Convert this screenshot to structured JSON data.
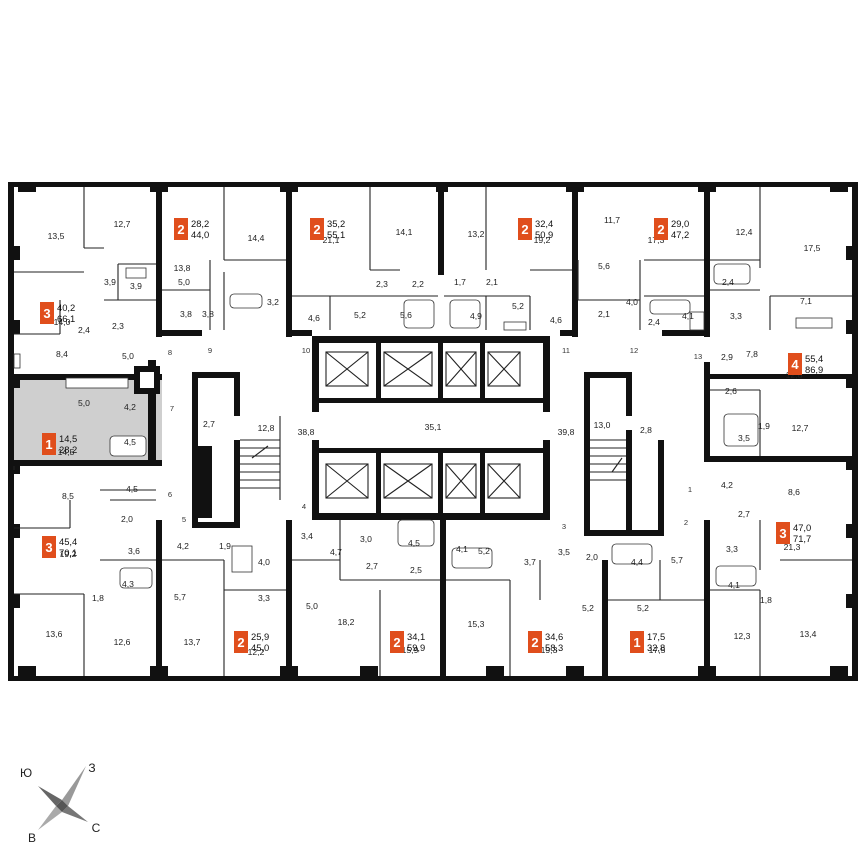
{
  "colors": {
    "accent": "#e04e1c",
    "highlight": "#cfcfcf",
    "wall": "#111111"
  },
  "highlighted_unit": 6,
  "units": [
    {
      "rooms": "2",
      "area": "28,2",
      "total": "44,0"
    },
    {
      "rooms": "2",
      "area": "35,2",
      "total": "55,1"
    },
    {
      "rooms": "2",
      "area": "32,4",
      "total": "50,9"
    },
    {
      "rooms": "2",
      "area": "29,0",
      "total": "47,2"
    },
    {
      "rooms": "3",
      "area": "40,2",
      "total": "66,1"
    },
    {
      "rooms": "4",
      "area": "55,4",
      "total": "86,9"
    },
    {
      "rooms": "1",
      "area": "14,5",
      "total": "28,2"
    },
    {
      "rooms": "3",
      "area": "45,4",
      "total": "70,1"
    },
    {
      "rooms": "3",
      "area": "47,0",
      "total": "71,7"
    },
    {
      "rooms": "2",
      "area": "25,9",
      "total": "45,0"
    },
    {
      "rooms": "2",
      "area": "34,1",
      "total": "59,9"
    },
    {
      "rooms": "2",
      "area": "34,6",
      "total": "58,3"
    },
    {
      "rooms": "1",
      "area": "17,5",
      "total": "32,8"
    }
  ],
  "room_labels": [
    "13,5",
    "12,7",
    "3,9",
    "3,9",
    "13,8",
    "14,4",
    "5,0",
    "3,8",
    "3,2",
    "3,8",
    "21,1",
    "14,1",
    "2,3",
    "2,2",
    "4,6",
    "5,2",
    "5,6",
    "1,7",
    "2,1",
    "4,9",
    "5,2",
    "13,2",
    "19,2",
    "11,7",
    "5,6",
    "4,0",
    "2,1",
    "2,4",
    "4,1",
    "4,6",
    "17,3",
    "12,4",
    "2,4",
    "17,5",
    "7,1",
    "3,3",
    "14,0",
    "2,4",
    "2,3",
    "5,0",
    "8,4",
    "2,9",
    "7,8",
    "12,8",
    "5,0",
    "4,2",
    "14,5",
    "4,5",
    "2,7",
    "12,8",
    "38,8",
    "35,1",
    "39,8",
    "13,0",
    "2,8",
    "2,6",
    "3,5",
    "1,9",
    "12,7",
    "8,5",
    "4,5",
    "2,0",
    "3,6",
    "19,2",
    "4,3",
    "1,8",
    "13,6",
    "12,6",
    "4,2",
    "5,7",
    "13,7",
    "1,9",
    "4,0",
    "3,3",
    "12,2",
    "3,4",
    "4,7",
    "5,0",
    "3,0",
    "4,5",
    "2,7",
    "2,5",
    "18,2",
    "15,9",
    "4,1",
    "5,2",
    "3,7",
    "15,3",
    "3,5",
    "2,0",
    "4,4",
    "5,7",
    "5,2",
    "5,2",
    "17,5",
    "19,3",
    "4,2",
    "8,6",
    "2,7",
    "3,3",
    "21,3",
    "4,1",
    "1,8",
    "12,3",
    "13,4"
  ],
  "door_labels": [
    "7",
    "8",
    "9",
    "10",
    "11",
    "12",
    "13",
    "6",
    "5",
    "4",
    "3",
    "2",
    "1"
  ],
  "compass": {
    "north_west": "Ю",
    "north_east": "З",
    "south_west": "В",
    "south_east": "С"
  }
}
